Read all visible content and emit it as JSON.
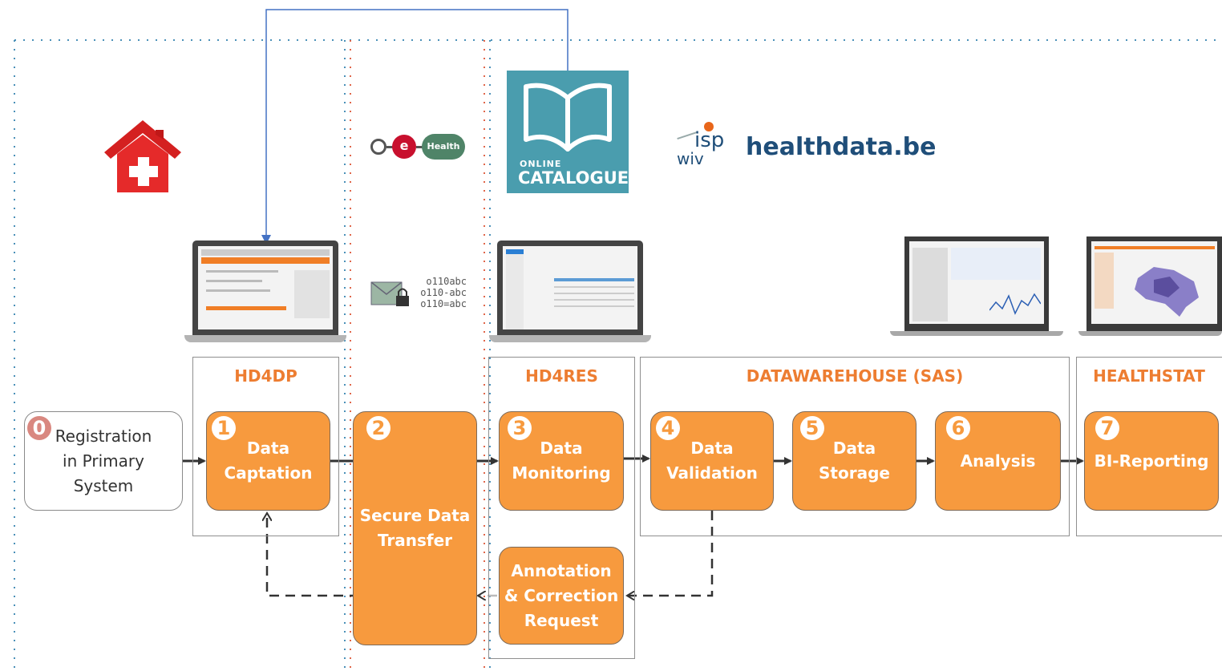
{
  "catalogue": {
    "line1": "ONLINE",
    "line2": "CATALOGUE"
  },
  "healthdata": {
    "isp": "isp",
    "wiv": "wiv",
    "site": "healthdata.be"
  },
  "ehealth": {
    "e": "e",
    "label": "Health"
  },
  "secure_codes": {
    "text": "o110abc\no110-abc\no110=abc"
  },
  "groups": [
    {
      "id": "hd4dp",
      "title": "HD4DP"
    },
    {
      "id": "hd4res",
      "title": "HD4RES"
    },
    {
      "id": "datawarehouse",
      "title": "DATAWAREHOUSE (SAS)"
    },
    {
      "id": "healthstat",
      "title": "HEALTHSTAT"
    }
  ],
  "steps": [
    {
      "num": "0",
      "label": "Registration\nin Primary\nSystem"
    },
    {
      "num": "1",
      "label": "Data\nCaptation"
    },
    {
      "num": "2",
      "label": "Secure Data\nTransfer"
    },
    {
      "num": "3",
      "label": "Data\nMonitoring"
    },
    {
      "num": "4",
      "label": "Data\nValidation"
    },
    {
      "num": "5",
      "label": "Data\nStorage"
    },
    {
      "num": "6",
      "label": "Analysis"
    },
    {
      "num": "7",
      "label": "BI-Reporting"
    },
    {
      "num": "",
      "label": "Annotation\n& Correction\nRequest"
    }
  ],
  "colors": {
    "step_fill": "#f79a3e",
    "group_title": "#ed7d31",
    "catalogue": "#4a9dae",
    "healthdata": "#1f4e79"
  }
}
